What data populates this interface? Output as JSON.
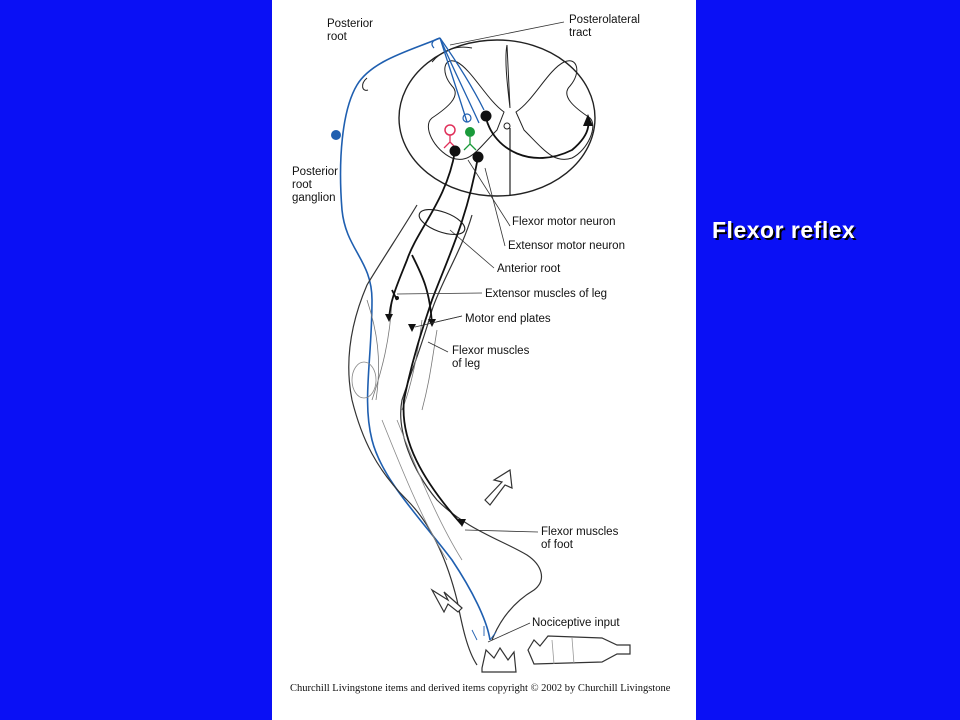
{
  "slide": {
    "title": "Flexor reflex",
    "background_color": "#0a10f5",
    "title_color": "#ffffff"
  },
  "figure": {
    "labels": {
      "posterior_root": "Posterior\nroot",
      "posterolateral_tract": "Posterolateral\ntract",
      "posterior_root_ganglion": "Posterior\nroot\nganglion",
      "flexor_motor_neuron": "Flexor motor neuron",
      "extensor_motor_neuron": "Extensor motor neuron",
      "anterior_root": "Anterior root",
      "extensor_muscles_of_leg": "Extensor muscles of leg",
      "motor_end_plates": "Motor end plates",
      "flexor_muscles_of_leg": "Flexor muscles\nof leg",
      "flexor_muscles_of_foot": "Flexor muscles\nof foot",
      "nociceptive_input": "Nociceptive input"
    },
    "copyright": "Churchill Livingstone items and derived items copyright © 2002 by Churchill Livingstone",
    "colors": {
      "sensory_nerve": "#1f5fb0",
      "motor_nerve": "#111111",
      "interneuron_green": "#1a9a3a",
      "interneuron_red": "#e0305a"
    }
  }
}
